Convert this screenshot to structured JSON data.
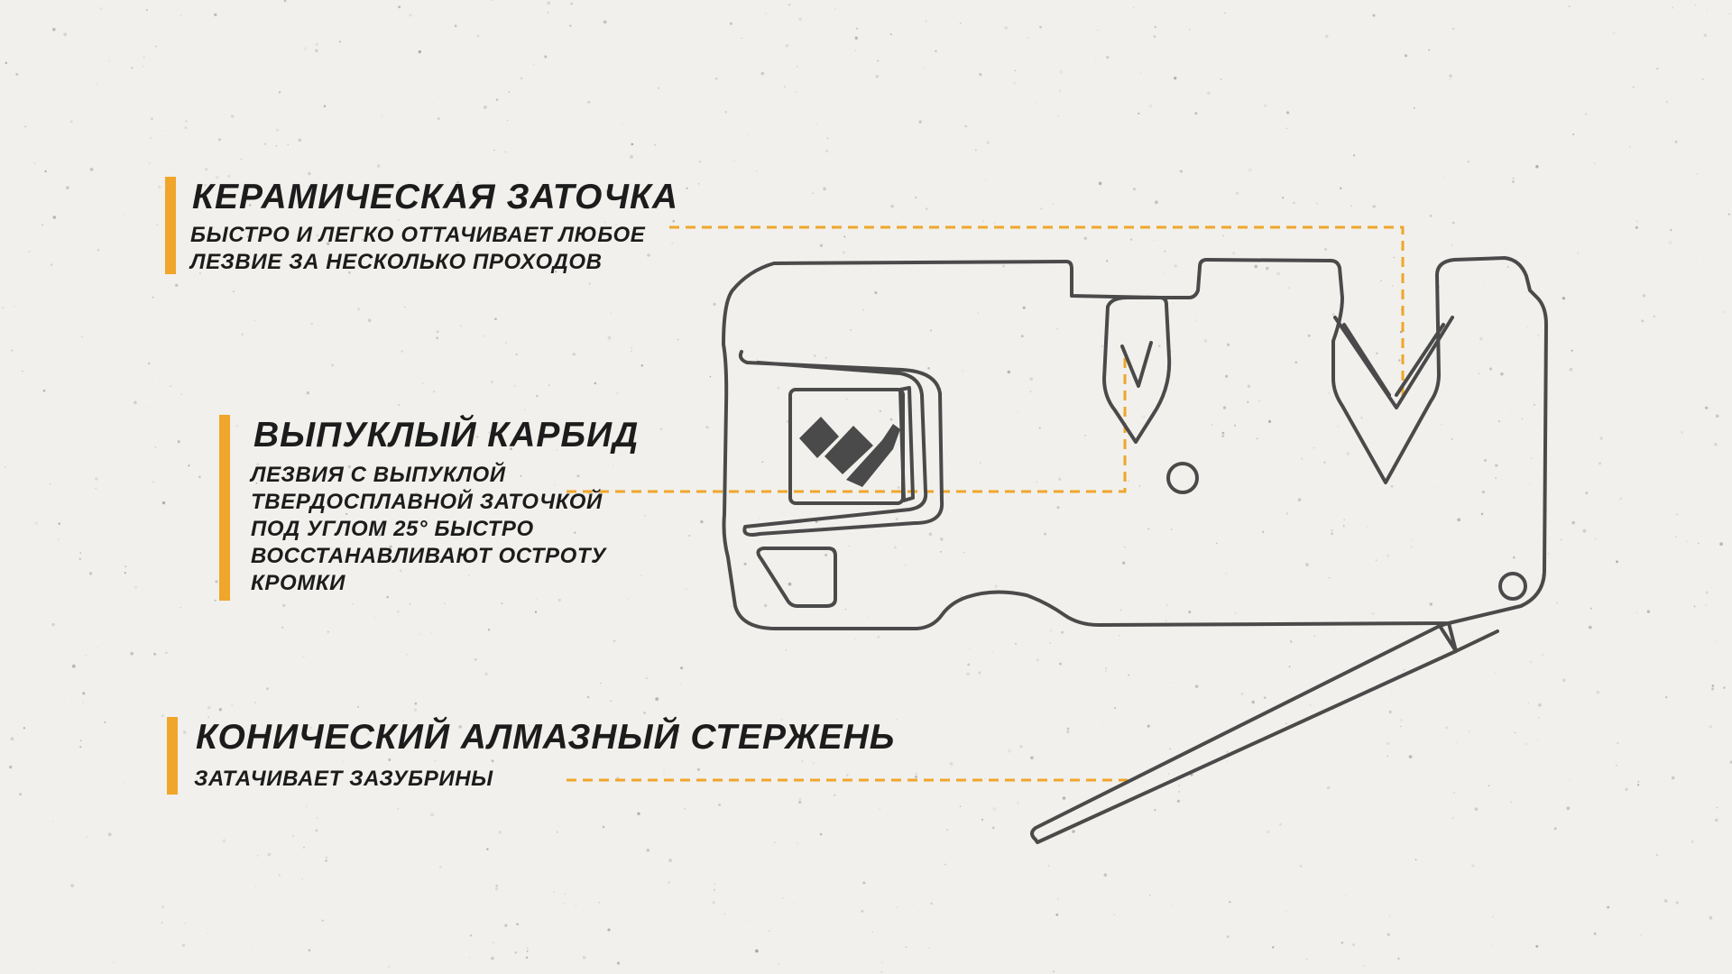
{
  "colors": {
    "background": "#f1f0ec",
    "accent": "#f0a62a",
    "outline": "#4a4a4a",
    "text": "#1c1c1c"
  },
  "callouts": [
    {
      "title": "КЕРАМИЧЕСКАЯ ЗАТОЧКА",
      "description": "БЫСТРО И ЛЕГКО ОТТАЧИВАЕТ ЛЮБОЕ ЛЕЗВИЕ ЗА НЕСКОЛЬКО ПРОХОДОВ"
    },
    {
      "title": "ВЫПУКЛЫЙ КАРБИД",
      "description": "ЛЕЗВИЯ С ВЫПУКЛОЙ ТВЕРДОСПЛАВНОЙ ЗАТОЧКОЙ ПОД УГЛОМ 25° БЫСТРО ВОССТАНАВЛИВАЮТ ОСТРОТУ КРОМКИ"
    },
    {
      "title": "КОНИЧЕСКИЙ АЛМАЗНЫЙ СТЕРЖЕНЬ",
      "description": "ЗАТАЧИВАЕТ ЗАЗУБРИНЫ"
    }
  ],
  "diagram": {
    "subject": "knife-sharpener",
    "logo_icon": "brand-logo-icon"
  }
}
